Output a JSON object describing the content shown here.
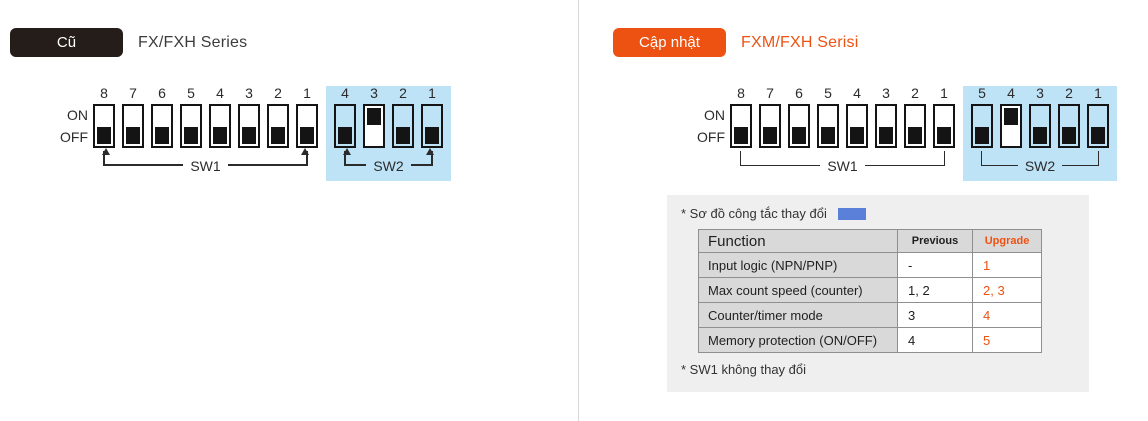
{
  "colors": {
    "accent_orange": "#ee5212",
    "badge_black": "#241d19",
    "switch_highlight_blue": "#bee3f7",
    "legend_swatch_blue": "#5b80d9",
    "note_box_gray": "#efefef",
    "table_header_gray": "#d9d9d9"
  },
  "left": {
    "badge_label": "Cũ",
    "title": "FX/FXH Series",
    "dip": {
      "on_label": "ON",
      "off_label": "OFF",
      "sw1": {
        "label": "SW1",
        "numbers": [
          "8",
          "7",
          "6",
          "5",
          "4",
          "3",
          "2",
          "1"
        ],
        "states": [
          "off",
          "off",
          "off",
          "off",
          "off",
          "off",
          "off",
          "off"
        ]
      },
      "sw2": {
        "label": "SW2",
        "numbers": [
          "4",
          "3",
          "2",
          "1"
        ],
        "states": [
          "off",
          "on",
          "off",
          "off"
        ]
      }
    }
  },
  "right": {
    "badge_label": "Cập nhật",
    "title": "FXM/FXH Serisi",
    "dip": {
      "on_label": "ON",
      "off_label": "OFF",
      "sw1": {
        "label": "SW1",
        "numbers": [
          "8",
          "7",
          "6",
          "5",
          "4",
          "3",
          "2",
          "1"
        ],
        "states": [
          "off",
          "off",
          "off",
          "off",
          "off",
          "off",
          "off",
          "off"
        ]
      },
      "sw2": {
        "label": "SW2",
        "numbers": [
          "5",
          "4",
          "3",
          "2",
          "1"
        ],
        "states": [
          "off",
          "on",
          "off",
          "off",
          "off"
        ]
      }
    },
    "legend_note": "* Sơ đồ công tắc thay đổi",
    "footnote": "* SW1 không thay đổi",
    "table": {
      "headers": {
        "function": "Function",
        "previous": "Previous",
        "upgrade": "Upgrade"
      },
      "rows": [
        {
          "function": "Input logic (NPN/PNP)",
          "previous": "-",
          "upgrade": "1"
        },
        {
          "function": "Max count speed (counter)",
          "previous": "1, 2",
          "upgrade": "2, 3"
        },
        {
          "function": "Counter/timer mode",
          "previous": "3",
          "upgrade": "4"
        },
        {
          "function": "Memory protection (ON/OFF)",
          "previous": "4",
          "upgrade": "5"
        }
      ]
    }
  }
}
